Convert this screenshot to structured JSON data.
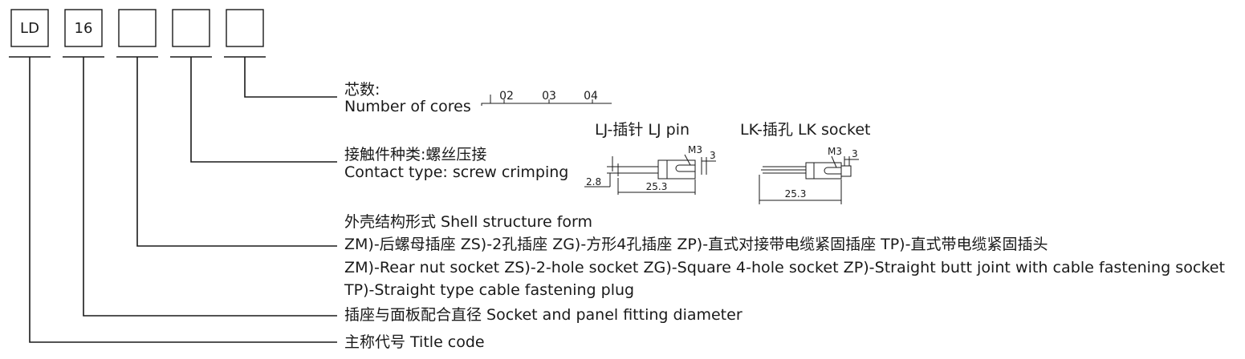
{
  "code_boxes": [
    "LD",
    "16",
    "",
    "",
    ""
  ],
  "cores": {
    "label_cn": "芯数:",
    "label_en": "Number of cores",
    "options": [
      "02",
      "03",
      "04"
    ]
  },
  "contact": {
    "label_cn": "接触件种类:螺丝压接",
    "label_en": "Contact type: screw crimping",
    "pin": {
      "title": "LJ-插针  LJ pin",
      "thread": "M3",
      "pitch": "3",
      "diameter": "2.8",
      "length": "25.3"
    },
    "socket": {
      "title": "LK-插孔  LK socket",
      "thread": "M3",
      "pitch": "3",
      "length": "25.3"
    }
  },
  "shell": {
    "title": "外壳结构形式  Shell structure form",
    "line_cn": "ZM)-后螺母插座  ZS)-2孔插座  ZG)-方形4孔插座  ZP)-直式对接带电缆紧固插座  TP)-直式带电缆紧固插头",
    "line_en1": "ZM)-Rear nut socket  ZS)-2-hole socket  ZG)-Square 4-hole socket  ZP)-Straight butt joint with cable fastening socket",
    "line_en2": "TP)-Straight type cable fastening plug"
  },
  "diameter": {
    "label": "插座与面板配合直径  Socket and panel fitting diameter"
  },
  "title_code": {
    "label": "主称代号  Title code"
  }
}
